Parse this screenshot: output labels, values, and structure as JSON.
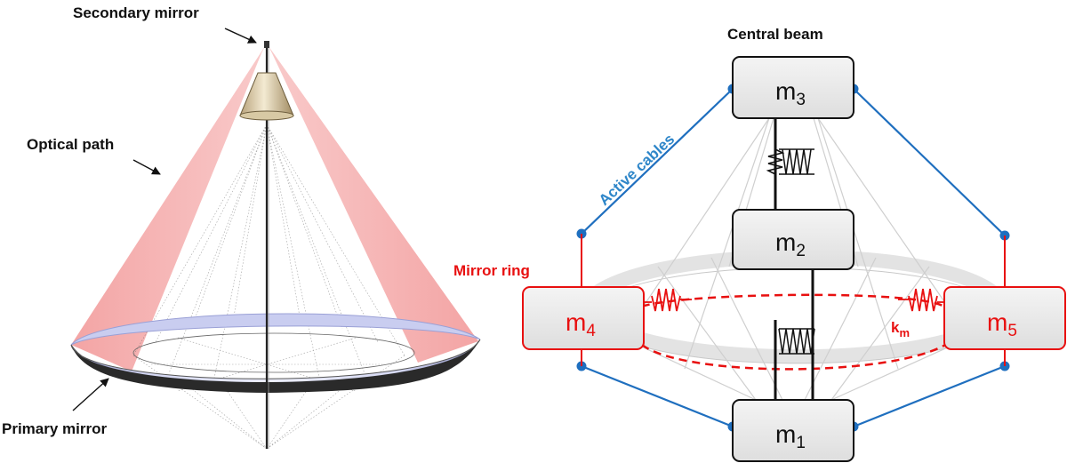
{
  "left_panel": {
    "labels": {
      "secondary_mirror": "Secondary mirror",
      "optical_path": "Optical path",
      "primary_mirror": "Primary mirror"
    }
  },
  "right_panel": {
    "labels": {
      "central_beam": "Central beam",
      "active_cables": "Active cables",
      "mirror_ring": "Mirror ring",
      "spring_constant": {
        "base": "k",
        "sub": "m"
      }
    },
    "masses": [
      {
        "id": "m3",
        "base": "m",
        "sub": "3",
        "group": "central"
      },
      {
        "id": "m2",
        "base": "m",
        "sub": "2",
        "group": "central"
      },
      {
        "id": "m1",
        "base": "m",
        "sub": "1",
        "group": "central"
      },
      {
        "id": "m4",
        "base": "m",
        "sub": "4",
        "group": "ring"
      },
      {
        "id": "m5",
        "base": "m",
        "sub": "5",
        "group": "ring"
      }
    ]
  },
  "colors": {
    "ring_red": "#e81010",
    "cable_blue": "#1f6fbf",
    "mass_fill": "#ececec",
    "optical_pink": "#f4a5a5",
    "mirror_blue": "#c9cdf0"
  }
}
